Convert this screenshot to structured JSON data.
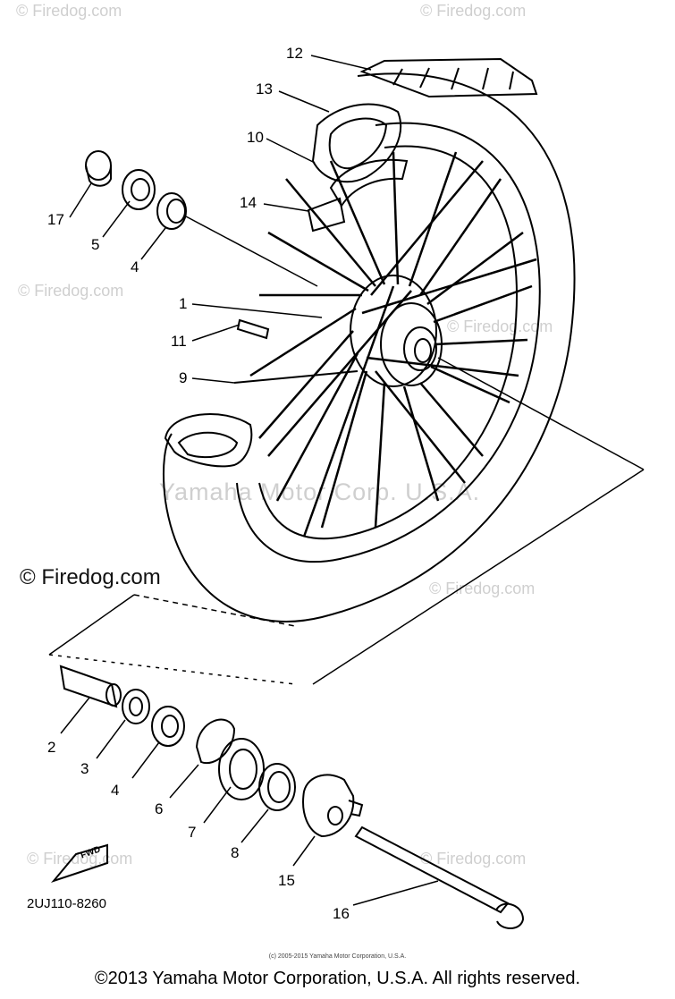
{
  "diagram": {
    "callouts": [
      {
        "id": "12",
        "label": "12"
      },
      {
        "id": "13",
        "label": "13"
      },
      {
        "id": "10",
        "label": "10"
      },
      {
        "id": "14",
        "label": "14"
      },
      {
        "id": "17",
        "label": "17"
      },
      {
        "id": "5",
        "label": "5"
      },
      {
        "id": "4a",
        "label": "4"
      },
      {
        "id": "1",
        "label": "1"
      },
      {
        "id": "11",
        "label": "11"
      },
      {
        "id": "9",
        "label": "9"
      },
      {
        "id": "2",
        "label": "2"
      },
      {
        "id": "3",
        "label": "3"
      },
      {
        "id": "4b",
        "label": "4"
      },
      {
        "id": "6",
        "label": "6"
      },
      {
        "id": "7",
        "label": "7"
      },
      {
        "id": "8",
        "label": "8"
      },
      {
        "id": "15",
        "label": "15"
      },
      {
        "id": "16",
        "label": "16"
      }
    ],
    "fwd_label": "FWD",
    "part_code": "2UJ110-8260"
  },
  "watermarks": {
    "site": "© Firedog.com",
    "center": "Yamaha Motor Corp. U.S.A."
  },
  "footer": {
    "small_copyright": "(c) 2005-2015 Yamaha Motor Corporation, U.S.A.",
    "main_copyright": "©2013 Yamaha Motor Corporation, U.S.A. All rights reserved."
  }
}
